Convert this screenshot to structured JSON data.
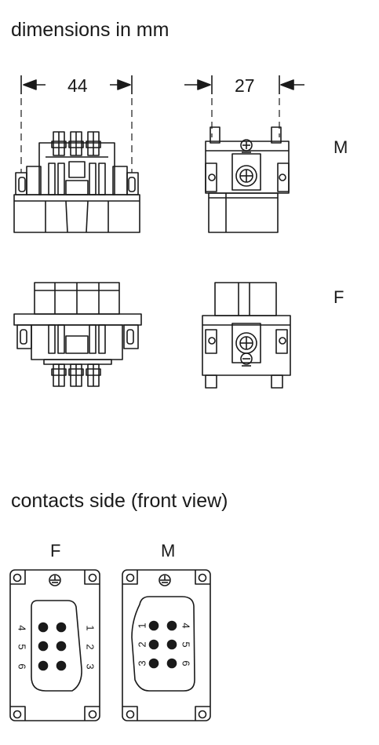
{
  "heading_dimensions": "dimensions in mm",
  "dimension_width": "44",
  "dimension_depth": "27",
  "variant_male": "M",
  "variant_female": "F",
  "heading_contacts": "contacts side (front view)",
  "face_female_label": "F",
  "face_male_label": "M",
  "female_left_numbers": [
    "4",
    "5",
    "6"
  ],
  "female_right_numbers": [
    "1",
    "2",
    "3"
  ],
  "male_left_numbers": [
    "1",
    "2",
    "3"
  ],
  "male_right_numbers": [
    "4",
    "5",
    "6"
  ],
  "colors": {
    "line": "#1a1a1a",
    "background": "#ffffff"
  }
}
